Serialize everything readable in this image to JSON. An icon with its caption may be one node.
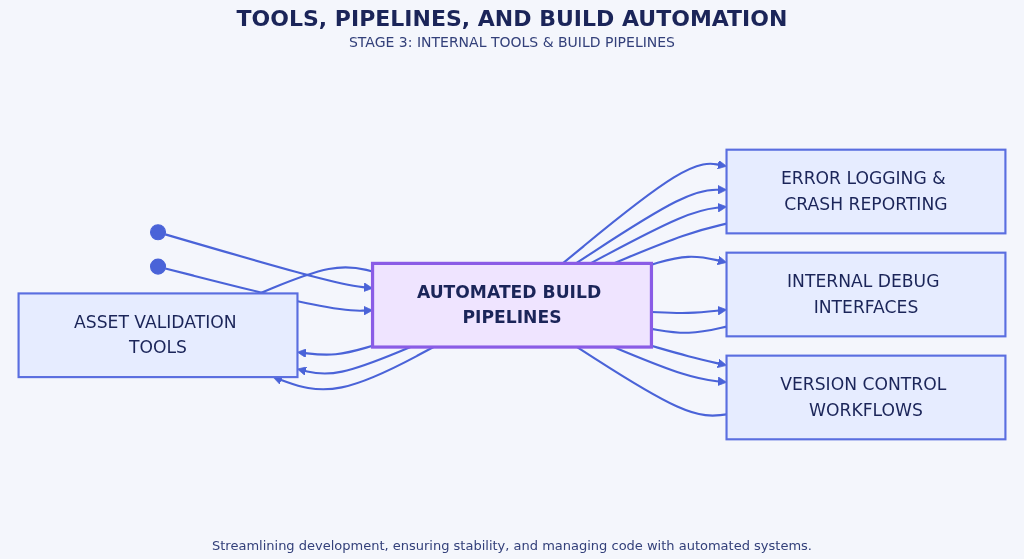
{
  "diagram": {
    "title": "TOOLS, PIPELINES, AND BUILD AUTOMATION",
    "caption": "Streamlining development, ensuring stability, and managing code with automated systems.",
    "nodes": [
      {
        "text": [
          "ASSET VALIDATION TOOLS"
        ]
      },
      {
        "text": [
          "ERROR LOGGING & CRASH REPORTING"
        ]
      },
      {
        "text": [
          "AUTOMATED BUILD PIPELINES"
        ]
      },
      {
        "text": [
          "INTERNAL DEBUG INTERFACES"
        ]
      },
      {
        "text": [
          "VERSION CONTROL WORKFLOWS"
        ]
      }
    ],
    "edges": [
      {
        "from": 2,
        "to": 0,
        "arrow": "to"
      },
      {
        "from": 2,
        "to": 0,
        "arrow": "to"
      },
      {
        "from": 0,
        "to": 2,
        "arrow": "none"
      },
      {
        "from": 2,
        "to": 0,
        "arrow": "to"
      },
      {
        "from": 2,
        "to": 1,
        "arrow": "to"
      },
      {
        "from": 2,
        "to": 1,
        "arrow": "to"
      },
      {
        "from": 1,
        "to": 2,
        "arrow": "none"
      },
      {
        "from": 2,
        "to": 1,
        "arrow": "to"
      },
      {
        "from": null,
        "to": 2,
        "arrow": "to"
      },
      {
        "from": null,
        "to": 2,
        "arrow": "to"
      },
      {
        "from": 2,
        "to": 3,
        "arrow": "to"
      },
      {
        "from": 3,
        "to": 2,
        "arrow": "none"
      },
      {
        "from": 2,
        "to": 3,
        "arrow": "to"
      },
      {
        "from": 2,
        "to": 4,
        "arrow": "to"
      },
      {
        "from": 4,
        "to": 2,
        "arrow": "none"
      },
      {
        "from": 2,
        "to": 4,
        "arrow": "to"
      }
    ],
    "labels": [
      "STAGE 3: INTERNAL TOOLS & BUILD PIPELINES"
    ]
  }
}
